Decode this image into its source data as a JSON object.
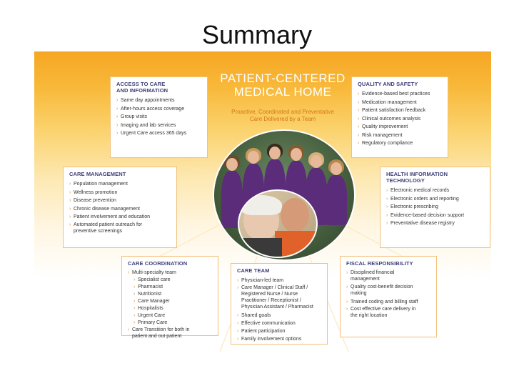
{
  "slide": {
    "title": "Summary"
  },
  "center": {
    "title_line1": "PATIENT-CENTERED",
    "title_line2": "MEDICAL HOME",
    "subtitle_line1": "Proactive, Coordinated and Preventative",
    "subtitle_line2": "Care Delivered by a Team"
  },
  "boxes": {
    "access": {
      "title_line1": "ACCESS TO CARE",
      "title_line2": "AND INFORMATION",
      "items": [
        "Same day appointments",
        "After-hours access coverage",
        "Group visits",
        "Imaging and lab services",
        "Urgent Care access 365 days"
      ]
    },
    "quality": {
      "title": "QUALITY AND SAFETY",
      "items": [
        "Evidence-based best practices",
        "Medication management",
        "Patient satisfaction feedback",
        "Clinical outcomes analysis",
        "Quality improvement",
        "Risk management",
        "Regulatory compliance"
      ]
    },
    "care_mgmt": {
      "title": "CARE MANAGEMENT",
      "items": [
        "Population management",
        "Wellness promotion",
        "Disease prevention",
        "Chronic disease management",
        "Patient involvement and education"
      ],
      "last_item_line1": "Automated patient outreach for",
      "last_item_line2": "preventive screenings"
    },
    "health_it": {
      "title_line1": "HEALTH INFORMATION",
      "title_line2": "TECHNOLOGY",
      "items": [
        "Electronic medical records",
        "Electronic orders and reporting",
        "Electronic prescribing",
        "Evidence-based decision support",
        "Preventative disease registry"
      ]
    },
    "coordination": {
      "title": "CARE COORDINATION",
      "item1": "Multi-specialty team",
      "sub_items": [
        "Specialist care",
        "Pharmacist",
        "Nutritionist",
        "Care Manager",
        "Hospitalists",
        "Urgent Care",
        "Primary Care"
      ],
      "item2_line1": "Care Transition for both in",
      "item2_line2": "patient and out patient"
    },
    "care_team": {
      "title": "CARE TEAM",
      "item1": "Physician-led team",
      "item2_lines": [
        "Care Manager / Clinical Staff /",
        "Registered Nurse / Nurse",
        "Practitioner / Receptionist /",
        "Physician Assistant / Pharmacist"
      ],
      "items_rest": [
        "Shared goals",
        "Effective communication",
        "Patient participation",
        "Family involvement options"
      ]
    },
    "fiscal": {
      "title": "FISCAL RESPONSIBILITY",
      "item1_line1": "Disciplined financial",
      "item1_line2": "management",
      "item2_line1": "Quality cost-benefit decision",
      "item2_line2": "making",
      "item3": "Trained coding and billing staff",
      "item4_line1": "Cost effective care delivery in",
      "item4_line2": "the right location"
    }
  },
  "colors": {
    "orange": "#f6a623",
    "navy_heading": "#3b3e78",
    "subtitle_orange": "#d4771a",
    "purple_scrubs": "#5b2c7a"
  }
}
